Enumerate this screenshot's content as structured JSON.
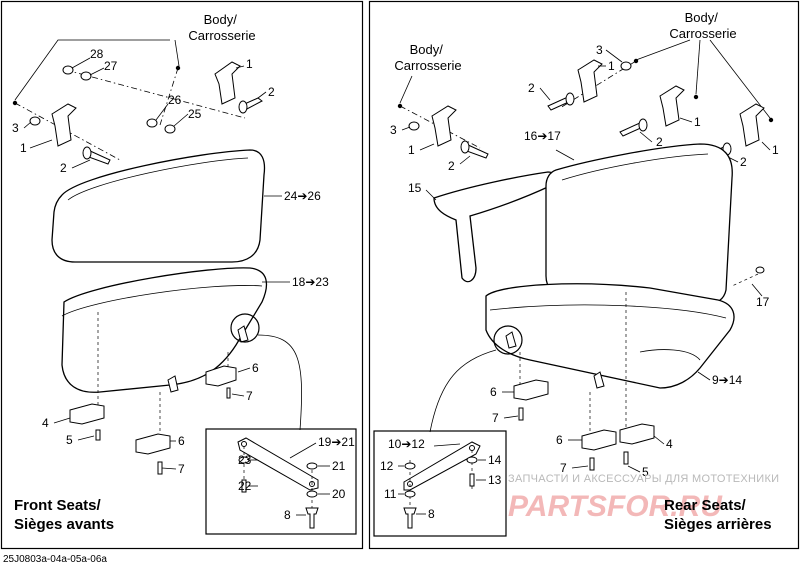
{
  "left_panel": {
    "body_label": "Body/\nCarrosserie",
    "labels": {
      "p28": "28",
      "p27": "27",
      "p1a": "1",
      "p2a": "2",
      "p26": "26",
      "p25": "25",
      "p3": "3",
      "p1b": "1",
      "p2b": "2",
      "backrest": "24➔26",
      "cushion": "18➔23",
      "p6a": "6",
      "p7a": "7",
      "p4": "4",
      "p5": "5",
      "p6b": "6",
      "p7b": "7"
    },
    "inset_labels": {
      "range": "19➔21",
      "p23": "23",
      "p21": "21",
      "p22": "22",
      "p20": "20",
      "p8": "8"
    },
    "title": "Front Seats/\nSièges avants"
  },
  "right_panel": {
    "body_label_left": "Body/\nCarrosserie",
    "body_label_right": "Body/\nCarrosserie",
    "labels": {
      "p3a": "3",
      "p1a": "1",
      "p2a": "2",
      "p3b": "3",
      "p1b": "1",
      "p2b": "2",
      "p1c": "1",
      "p2c": "2",
      "p1d": "1",
      "p2d": "2",
      "backrest": "16➔17",
      "p15": "15",
      "p17": "17",
      "cushion": "9➔14",
      "p6a": "6",
      "p7a": "7",
      "p6b": "6",
      "p7b": "7",
      "p4": "4",
      "p5": "5"
    },
    "inset_labels": {
      "range": "10➔12",
      "p12": "12",
      "p14": "14",
      "p13": "13",
      "p11": "11",
      "p8": "8"
    },
    "title": "Rear Seats/\nSièges arrières"
  },
  "reference_code": "25J0803a-04a-05a-06a",
  "watermark": {
    "line1": "ЗАПЧАСТИ И АКСЕССУАРЫ ДЛЯ МОТОТЕХНИКИ",
    "logo": "PARTSFOR.RU"
  }
}
